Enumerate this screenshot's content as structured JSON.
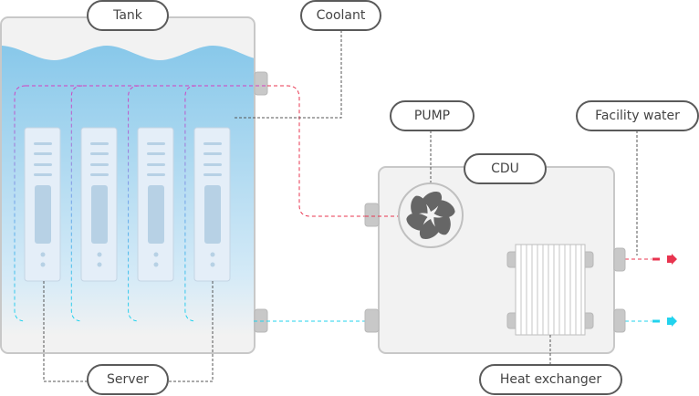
{
  "labels": {
    "tank": "Tank",
    "coolant": "Coolant",
    "pump": "PUMP",
    "cdu": "CDU",
    "facility_water": "Facility water",
    "server": "Server",
    "heat_exchanger": "Heat exchanger"
  },
  "colors": {
    "hot_line": "#e8344f",
    "cold_line": "#22d3ee",
    "loop_top": "#d43fc0",
    "water_top": "#88c8ea",
    "water_bottom": "#d8ecf7",
    "enclosure": "#f2f2f2",
    "fan": "#666666"
  },
  "icons": {
    "pump": "fan-icon",
    "hot_outlet": "arrow-right-icon",
    "cold_outlet": "arrow-right-icon"
  },
  "server_count": 4
}
